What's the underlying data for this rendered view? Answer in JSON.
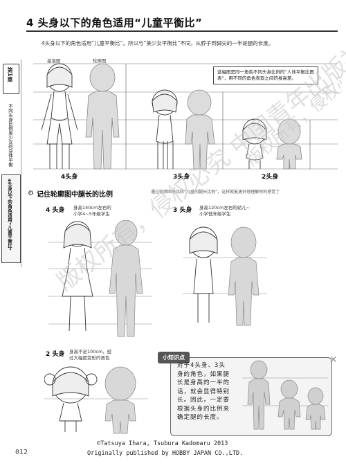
{
  "header": {
    "title": "4 头身以下的角色适用“儿童平衡比”",
    "intro": "4头身以下的角色适用“儿童平衡比”。所以与“美少女平衡比”不同，从脖子到脚尖的一半是腿的长度。"
  },
  "sidebar": {
    "chapter": "第1章",
    "items": [
      "不同头身比例美少女的身体平衡",
      "4头身以下的角色适用“儿童平衡比”"
    ]
  },
  "figure_top": {
    "labels": {
      "base": "基准图",
      "outline": "轮廓图"
    },
    "note": "这幅图是同一角色不同头身比例的“人体平衡比图表”，用不同的角色表现之间的身高差。",
    "heads": [
      "4头身",
      "3头身",
      "2头身"
    ],
    "watermark": "版权所有，侵权必究",
    "caption_mid": "通过轮廓图来比较“儿童的腿长比例”，这样就能更好地理解时的感觉了"
  },
  "section": {
    "title": "记住轮廓图中腿长的比例",
    "bullet_icon": "gear-bullet-icon"
  },
  "examples": [
    {
      "label": "4 头身",
      "desc_line1": "身高140cm左右的",
      "desc_line2": "小学4~5年级学生"
    },
    {
      "label": "3 头身",
      "desc_line1": "身高120cm左右的幼儿~",
      "desc_line2": "小学低年级学生"
    },
    {
      "label": "2 头身",
      "desc_line1": "身高不足100cm，经",
      "desc_line2": "过大幅度变形的角色"
    }
  ],
  "tip": {
    "badge": "小知识点",
    "lines": [
      "对于4头身、3头",
      "身的角色，如果腿",
      "长是身高的一半的",
      "话，就会显得特别",
      "长。因此，一定要",
      "根据头身的比例来",
      "确定腿的长度。"
    ]
  },
  "watermark_bottom": "版权所有，侵权必究 中国青年出版社",
  "footer": {
    "page_number": "012",
    "copyright_line1": "©Tatsuya Ihara, Tsubura Kadomaru 2013",
    "copyright_line2": "Originally published by HOBBY JAPAN CO.,LTD."
  }
}
